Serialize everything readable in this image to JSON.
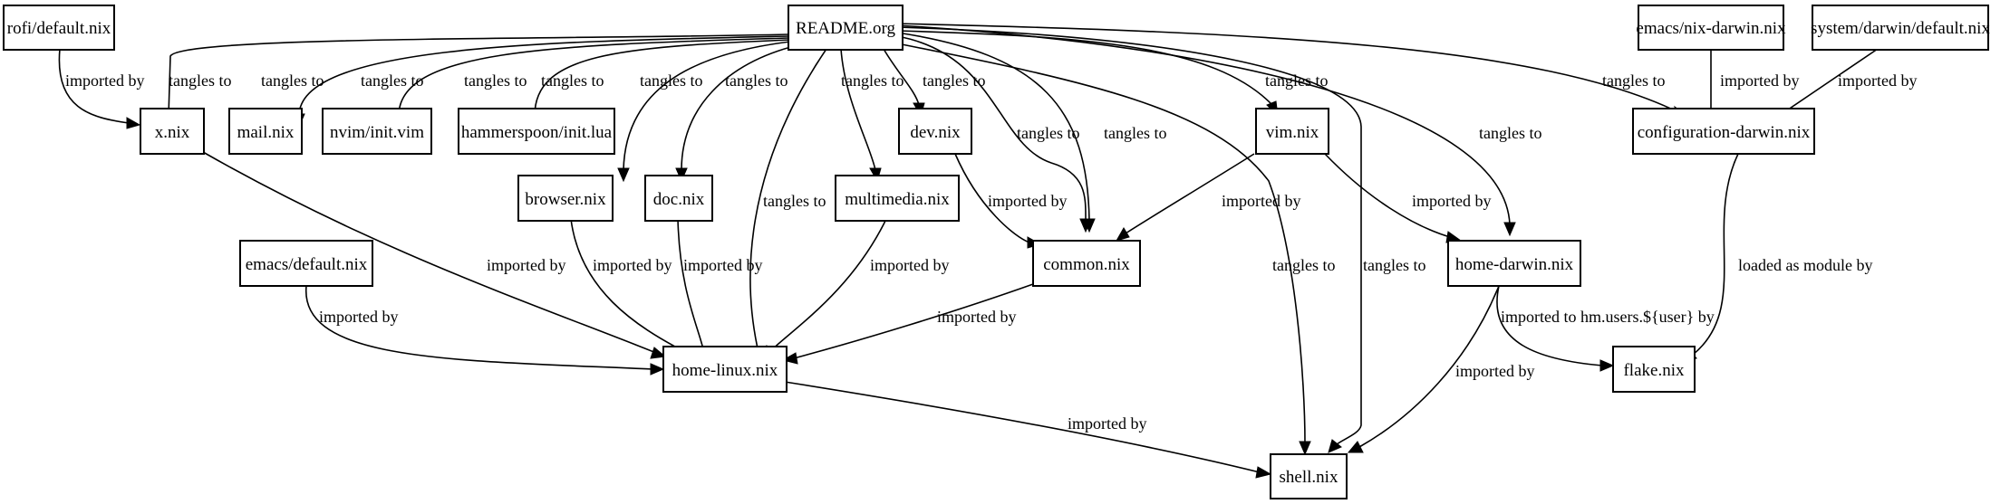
{
  "graph": {
    "nodes": {
      "readme": "README.org",
      "rofi": "rofi/default.nix",
      "emacs_darwin": "emacs/nix-darwin.nix",
      "system_darwin": "system/darwin/default.nix",
      "x": "x.nix",
      "mail": "mail.nix",
      "nvim": "nvim/init.vim",
      "hammerspoon": "hammerspoon/init.lua",
      "dev": "dev.nix",
      "vim": "vim.nix",
      "configuration_darwin": "configuration-darwin.nix",
      "browser": "browser.nix",
      "doc": "doc.nix",
      "multimedia": "multimedia.nix",
      "emacs_default": "emacs/default.nix",
      "common": "common.nix",
      "home_darwin": "home-darwin.nix",
      "home_linux": "home-linux.nix",
      "flake": "flake.nix",
      "shell": "shell.nix"
    },
    "edge_labels": {
      "tangles_to": "tangles to",
      "imported_by": "imported by",
      "loaded_as_module_by": "loaded as module by",
      "imported_to_hm_users": "imported to hm.users.${user} by"
    },
    "edges": [
      {
        "from": "readme",
        "to": "x",
        "label": "tangles to"
      },
      {
        "from": "readme",
        "to": "mail",
        "label": "tangles to"
      },
      {
        "from": "readme",
        "to": "nvim",
        "label": "tangles to"
      },
      {
        "from": "readme",
        "to": "hammerspoon",
        "label": "tangles to"
      },
      {
        "from": "readme",
        "to": "browser",
        "label": "tangles to"
      },
      {
        "from": "readme",
        "to": "doc",
        "label": "tangles to"
      },
      {
        "from": "readme",
        "to": "multimedia",
        "label": "tangles to"
      },
      {
        "from": "readme",
        "to": "dev",
        "label": "tangles to"
      },
      {
        "from": "readme",
        "to": "home_linux",
        "label": "tangles to"
      },
      {
        "from": "readme",
        "to": "common",
        "label": "tangles to"
      },
      {
        "from": "readme",
        "to": "vim",
        "label": "tangles to"
      },
      {
        "from": "readme",
        "to": "shell",
        "label": "tangles to"
      },
      {
        "from": "readme",
        "to": "home_darwin",
        "label": "tangles to"
      },
      {
        "from": "readme",
        "to": "configuration_darwin",
        "label": "tangles to"
      },
      {
        "from": "rofi",
        "to": "x",
        "label": "imported by"
      },
      {
        "from": "emacs_darwin",
        "to": "configuration_darwin",
        "label": "imported by"
      },
      {
        "from": "system_darwin",
        "to": "configuration_darwin",
        "label": "imported by"
      },
      {
        "from": "x",
        "to": "home_linux",
        "label": "imported by"
      },
      {
        "from": "browser",
        "to": "home_linux",
        "label": "imported by"
      },
      {
        "from": "doc",
        "to": "home_linux",
        "label": "imported by"
      },
      {
        "from": "multimedia",
        "to": "home_linux",
        "label": "imported by"
      },
      {
        "from": "emacs_default",
        "to": "home_linux",
        "label": "imported by"
      },
      {
        "from": "common",
        "to": "home_linux",
        "label": "imported by"
      },
      {
        "from": "dev",
        "to": "common",
        "label": "imported by"
      },
      {
        "from": "vim",
        "to": "common",
        "label": "imported by"
      },
      {
        "from": "vim",
        "to": "home_darwin",
        "label": "imported by"
      },
      {
        "from": "configuration_darwin",
        "to": "flake",
        "label": "loaded as module by"
      },
      {
        "from": "home_darwin",
        "to": "flake",
        "label": "imported to hm.users.${user} by"
      },
      {
        "from": "home_darwin",
        "to": "shell",
        "label": "imported by"
      },
      {
        "from": "home_linux",
        "to": "shell",
        "label": "imported by"
      }
    ]
  }
}
